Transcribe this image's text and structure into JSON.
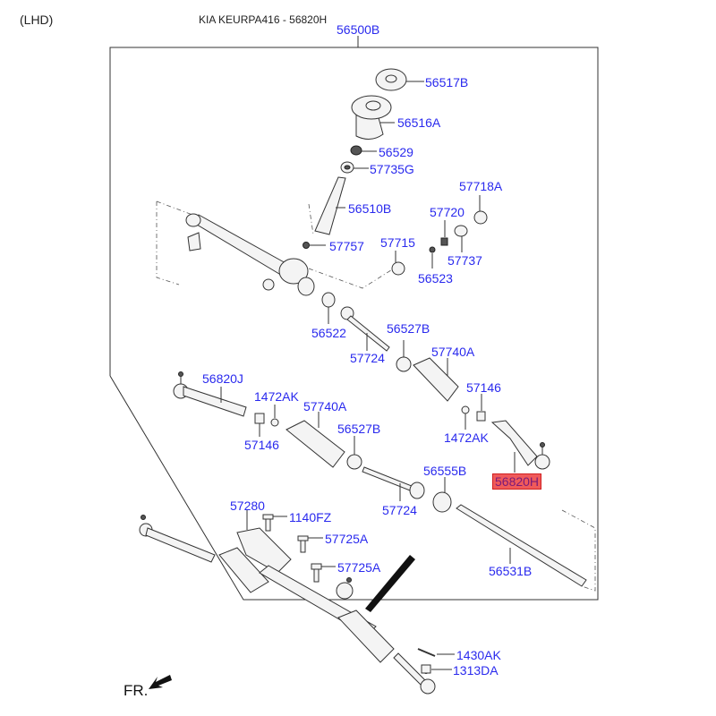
{
  "header": {
    "drive_side": "(LHD)",
    "title": "KIA KEURPA416 - 56820H"
  },
  "assembly_label": "56500B",
  "highlighted_part": "56820H",
  "parts": {
    "p56517B": "56517B",
    "p56516A": "56516A",
    "p56529": "56529",
    "p57735G": "57735G",
    "p57718A": "57718A",
    "p56510B": "56510B",
    "p57720": "57720",
    "p57757": "57757",
    "p57715": "57715",
    "p57737": "57737",
    "p56523": "56523",
    "p56522": "56522",
    "p56527B_r": "56527B",
    "p57724_r": "57724",
    "p57740A_r": "57740A",
    "p56820J": "56820J",
    "p1472AK_l": "1472AK",
    "p57740A_l": "57740A",
    "p57146_r": "57146",
    "p57146_l": "57146",
    "p56527B_l": "56527B",
    "p1472AK_r": "1472AK",
    "p56820H": "56820H",
    "p56555B": "56555B",
    "p57724_l": "57724",
    "p57280": "57280",
    "p1140FZ": "1140FZ",
    "p57725A_1": "57725A",
    "p57725A_2": "57725A",
    "p56531B": "56531B",
    "p1430AK": "1430AK",
    "p1313DA": "1313DA"
  },
  "direction_marker": "FR.",
  "colors": {
    "label": "#2a2aee",
    "highlight_bg": "#f05a5a",
    "highlight_text": "#7a1a7a"
  }
}
